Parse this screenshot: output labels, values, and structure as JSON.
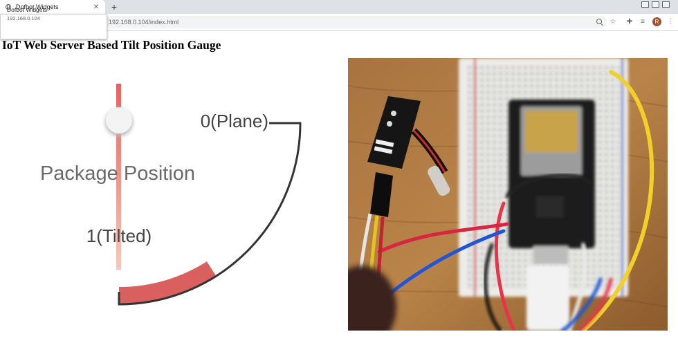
{
  "browser": {
    "tab_title": "Dofbot Widgets",
    "tab_close": "✕",
    "new_tab": "+",
    "url": "192.168.0.104/index.html",
    "avatar_initial": "R",
    "tooltip": {
      "title": "Dofbot Widgets",
      "url": "192.168.0.104"
    }
  },
  "page": {
    "heading": "IoT Web Server Based Tilt Position Gauge"
  },
  "gauge": {
    "label": "Package Position",
    "top_label": "0(Plane)",
    "bottom_label": "1(Tilted)",
    "value": 0.3,
    "colors": {
      "fill": "#d9605e",
      "arc": "#333333",
      "needle": "#f08c8a",
      "knob": "#f3f3f3",
      "label_text": "#6a6a6a"
    }
  }
}
